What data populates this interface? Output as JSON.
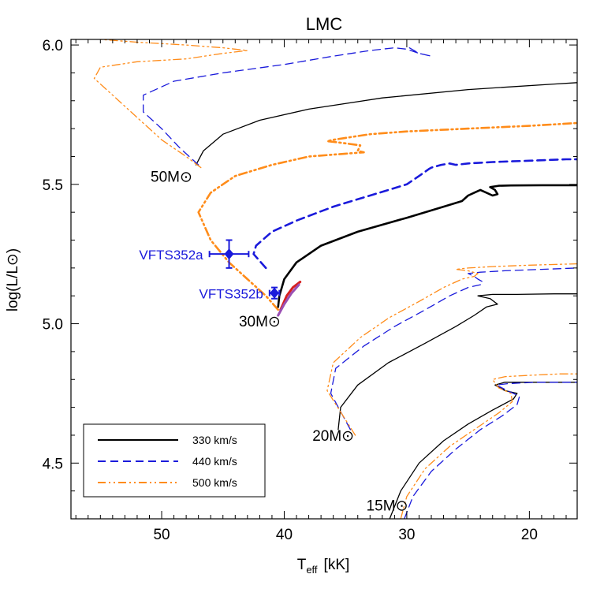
{
  "chart_data": {
    "type": "line",
    "title": "LMC",
    "xlabel": "T_eff [kK]",
    "xlabel_main": "T",
    "xlabel_sub": "eff",
    "xlabel_unit": "[kK]",
    "ylabel": "log(L/L⊙)",
    "x_reversed": true,
    "xlim": [
      57.4,
      16.1
    ],
    "ylim": [
      4.3,
      6.02
    ],
    "x_ticks": [
      50,
      40,
      30,
      20
    ],
    "y_ticks": [
      4.5,
      5.0,
      5.5,
      6.0
    ],
    "y_tick_labels": [
      "4.5",
      "5.0",
      "5.5",
      "6.0"
    ],
    "grid": false,
    "legend_position": "bottom-left",
    "legend": [
      {
        "label": "330 km/s",
        "style": "solid",
        "color": "#000000"
      },
      {
        "label": "440 km/s",
        "style": "dashed",
        "color": "#1a1adb"
      },
      {
        "label": "500 km/s",
        "style": "dash-dot-dot",
        "color": "#ff8c1a"
      }
    ],
    "mass_labels": [
      {
        "text": "50M⊙",
        "x": 49.2,
        "y": 5.51
      },
      {
        "text": "30M⊙",
        "x": 42.0,
        "y": 4.99
      },
      {
        "text": "20M⊙",
        "x": 36.0,
        "y": 4.58
      },
      {
        "text": "15M⊙",
        "x": 31.6,
        "y": 4.33
      }
    ],
    "observations": [
      {
        "name": "VFTS352a",
        "x": 44.5,
        "y": 5.25,
        "x_err": 1.6,
        "y_err": 0.05,
        "color": "#1a1adb"
      },
      {
        "name": "VFTS352b",
        "x": 40.8,
        "y": 5.11,
        "x_err": 0.4,
        "y_err": 0.02,
        "color": "#1a1adb"
      }
    ],
    "series": [
      {
        "mass": "50M⊙",
        "rotation": "330 km/s",
        "style": "solid",
        "color": "#000000",
        "width": 1.3,
        "x": [
          47.2,
          46.6,
          45.0,
          42.0,
          38.0,
          32.0,
          25.0,
          18.0,
          16.1
        ],
        "y": [
          5.57,
          5.62,
          5.68,
          5.73,
          5.77,
          5.81,
          5.84,
          5.86,
          5.865
        ]
      },
      {
        "mass": "50M⊙",
        "rotation": "440 km/s",
        "style": "dashed",
        "color": "#1a1adb",
        "width": 1.3,
        "x": [
          47.0,
          48.5,
          50.0,
          51.5,
          51.5,
          49.0,
          45.0,
          40.0,
          36.0,
          33.0,
          31.0,
          30.0,
          29.0,
          28.0,
          29.0,
          30.0
        ],
        "y": [
          5.57,
          5.63,
          5.7,
          5.76,
          5.82,
          5.87,
          5.9,
          5.93,
          5.96,
          5.98,
          5.99,
          5.985,
          5.97,
          5.96,
          5.97,
          5.995
        ]
      },
      {
        "mass": "50M⊙",
        "rotation": "500 km/s",
        "style": "dash-dot-dot",
        "color": "#ff8c1a",
        "width": 1.3,
        "x": [
          46.8,
          48.0,
          50.0,
          52.0,
          54.0,
          55.5,
          55.0,
          52.0,
          48.0,
          45.0,
          43.0,
          45.0,
          48.0,
          52.0,
          55.0
        ],
        "y": [
          5.56,
          5.6,
          5.66,
          5.74,
          5.82,
          5.88,
          5.92,
          5.94,
          5.95,
          5.97,
          5.98,
          5.99,
          6.0,
          6.01,
          6.02
        ]
      },
      {
        "mass": "30M⊙",
        "rotation": "330 km/s",
        "style": "solid",
        "color": "#000000",
        "width": 2.6,
        "x": [
          40.5,
          40.4,
          40.0,
          39.0,
          37.0,
          34.0,
          30.0,
          27.0,
          25.5,
          25.0,
          24.5,
          24.0,
          23.5,
          23.0,
          22.6,
          22.8,
          23.2,
          22.5,
          21.5,
          19.0,
          16.1
        ],
        "y": [
          5.06,
          5.1,
          5.16,
          5.22,
          5.28,
          5.33,
          5.38,
          5.42,
          5.44,
          5.46,
          5.47,
          5.48,
          5.47,
          5.46,
          5.465,
          5.48,
          5.49,
          5.495,
          5.496,
          5.497,
          5.497
        ]
      },
      {
        "mass": "30M⊙",
        "rotation": "440 km/s",
        "style": "dashed",
        "color": "#1a1adb",
        "width": 2.6,
        "x": [
          41.5,
          42.5,
          42.3,
          41.0,
          39.0,
          36.0,
          33.0,
          30.0,
          29.0,
          28.2,
          28.0,
          27.2,
          26.5,
          26.0,
          25.0,
          23.0,
          20.0,
          17.0,
          16.1
        ],
        "y": [
          5.2,
          5.25,
          5.28,
          5.33,
          5.37,
          5.42,
          5.46,
          5.5,
          5.53,
          5.555,
          5.56,
          5.57,
          5.575,
          5.57,
          5.575,
          5.58,
          5.585,
          5.59,
          5.59
        ]
      },
      {
        "mass": "30M⊙",
        "rotation": "500 km/s",
        "style": "dash-dot-dot",
        "color": "#ff8c1a",
        "width": 2.6,
        "x": [
          40.5,
          41.5,
          43.0,
          44.5,
          46.0,
          47.0,
          46.0,
          44.0,
          41.0,
          38.0,
          35.0,
          33.5,
          34.0,
          33.8,
          35.5,
          36.5,
          36.0,
          34.5,
          33.0,
          30.0,
          25.0,
          20.0,
          16.1
        ],
        "y": [
          5.05,
          5.1,
          5.16,
          5.22,
          5.3,
          5.4,
          5.47,
          5.53,
          5.57,
          5.6,
          5.61,
          5.615,
          5.62,
          5.64,
          5.65,
          5.655,
          5.66,
          5.67,
          5.68,
          5.69,
          5.7,
          5.71,
          5.72
        ]
      },
      {
        "mass": "30M⊙",
        "rotation": "red track",
        "style": "solid",
        "color": "#d62020",
        "width": 3.0,
        "x": [
          40.3,
          39.8,
          39.3,
          38.7
        ],
        "y": [
          5.05,
          5.1,
          5.13,
          5.15
        ]
      },
      {
        "mass": "30M⊙",
        "rotation": "purple track",
        "style": "solid",
        "color": "#9a4fb3",
        "width": 3.0,
        "x": [
          40.5,
          40.0,
          39.4,
          38.8
        ],
        "y": [
          5.03,
          5.07,
          5.11,
          5.14
        ]
      },
      {
        "mass": "20M⊙",
        "rotation": "330 km/s",
        "style": "solid",
        "color": "#000000",
        "width": 1.3,
        "x": [
          35.6,
          35.4,
          34.0,
          31.5,
          28.5,
          26.0,
          24.5,
          23.5,
          22.6,
          23.2,
          24.2,
          23.0,
          21.0,
          18.0,
          16.1
        ],
        "y": [
          4.62,
          4.7,
          4.78,
          4.86,
          4.93,
          4.99,
          5.03,
          5.06,
          5.07,
          5.09,
          5.1,
          5.105,
          5.105,
          5.107,
          5.107
        ]
      },
      {
        "mass": "20M⊙",
        "rotation": "440 km/s",
        "style": "dashed",
        "color": "#1a1adb",
        "width": 1.3,
        "x": [
          34.6,
          36.2,
          35.8,
          33.5,
          31.0,
          28.5,
          26.5,
          25.0,
          24.0,
          23.8,
          24.2,
          24.5,
          25.0,
          24.0,
          22.0,
          19.0,
          16.1
        ],
        "y": [
          4.62,
          4.75,
          4.84,
          4.92,
          4.99,
          5.05,
          5.1,
          5.13,
          5.14,
          5.15,
          5.16,
          5.17,
          5.18,
          5.185,
          5.19,
          5.195,
          5.2
        ]
      },
      {
        "mass": "20M⊙",
        "rotation": "500 km/s",
        "style": "dash-dot-dot",
        "color": "#ff8c1a",
        "width": 1.3,
        "x": [
          34.2,
          36.5,
          36.0,
          33.8,
          31.5,
          29.0,
          27.0,
          25.5,
          24.5,
          24.2,
          25.0,
          26.0,
          25.0,
          23.0,
          20.0,
          16.1
        ],
        "y": [
          4.6,
          4.76,
          4.86,
          4.95,
          5.02,
          5.08,
          5.13,
          5.16,
          5.17,
          5.18,
          5.19,
          5.195,
          5.2,
          5.205,
          5.21,
          5.215
        ]
      },
      {
        "mass": "15M⊙",
        "rotation": "330 km/s",
        "style": "solid",
        "color": "#000000",
        "width": 1.3,
        "x": [
          31.4,
          30.5,
          29.0,
          27.0,
          25.0,
          23.0,
          21.3,
          21.0,
          22.0,
          22.8,
          22.0,
          20.0,
          18.0,
          16.1
        ],
        "y": [
          4.3,
          4.4,
          4.5,
          4.58,
          4.64,
          4.69,
          4.73,
          4.75,
          4.76,
          4.78,
          4.79,
          4.79,
          4.79,
          4.79
        ]
      },
      {
        "mass": "15M⊙",
        "rotation": "440 km/s",
        "style": "dashed",
        "color": "#1a1adb",
        "width": 1.3,
        "x": [
          30.2,
          29.5,
          28.0,
          26.0,
          24.0,
          22.2,
          21.0,
          20.8,
          21.8,
          22.7,
          21.8,
          19.5,
          17.5,
          16.1
        ],
        "y": [
          4.3,
          4.38,
          4.47,
          4.55,
          4.62,
          4.67,
          4.71,
          4.74,
          4.76,
          4.78,
          4.785,
          4.79,
          4.79,
          4.79
        ]
      },
      {
        "mass": "15M⊙",
        "rotation": "500 km/s",
        "style": "dash-dot-dot",
        "color": "#ff8c1a",
        "width": 1.3,
        "x": [
          30.5,
          30.0,
          28.5,
          26.5,
          24.5,
          22.5,
          21.4,
          21.5,
          22.5,
          23.0,
          22.0,
          20.0,
          17.5,
          16.1
        ],
        "y": [
          4.3,
          4.38,
          4.48,
          4.56,
          4.62,
          4.68,
          4.72,
          4.75,
          4.77,
          4.8,
          4.81,
          4.815,
          4.82,
          4.82
        ]
      }
    ]
  }
}
